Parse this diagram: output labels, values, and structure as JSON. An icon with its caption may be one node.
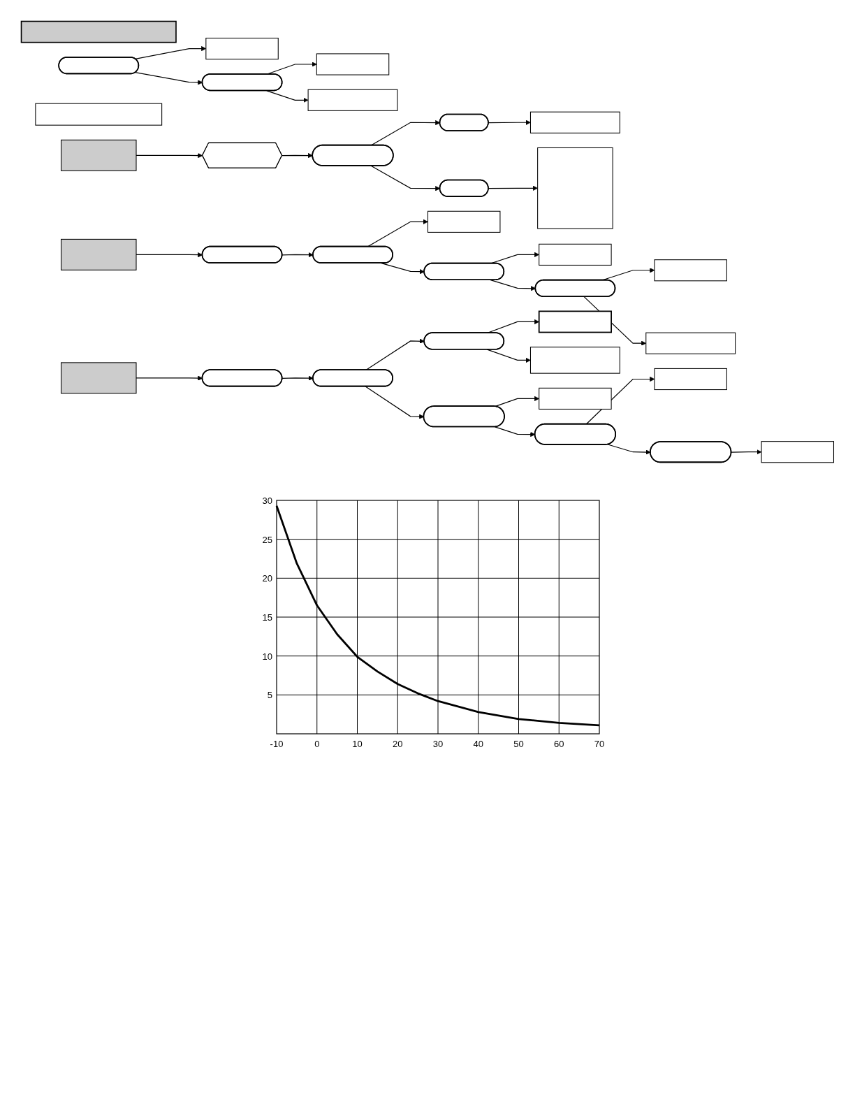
{
  "diagram": {
    "nodes": [
      {
        "text": [],
        "shape": "bar"
      },
      {
        "text": [],
        "shape": "stadium"
      },
      {
        "text": [],
        "shape": "box"
      },
      {
        "text": [],
        "shape": "stadium"
      },
      {
        "text": [],
        "shape": "box"
      },
      {
        "text": [],
        "shape": "box"
      },
      {
        "text": [],
        "shape": "box"
      },
      {
        "text": [],
        "shape": "box"
      },
      {
        "text": [],
        "shape": "hexagon"
      },
      {
        "text": [],
        "shape": "stadium"
      },
      {
        "text": [],
        "shape": "stadium"
      },
      {
        "text": [],
        "shape": "box"
      },
      {
        "text": [],
        "shape": "stadium"
      },
      {
        "text": [],
        "shape": "box"
      },
      {
        "text": [],
        "shape": "box"
      },
      {
        "text": [],
        "shape": "stadium"
      },
      {
        "text": [],
        "shape": "stadium"
      },
      {
        "text": [],
        "shape": "box"
      },
      {
        "text": [],
        "shape": "stadium"
      },
      {
        "text": [],
        "shape": "box"
      },
      {
        "text": [],
        "shape": "stadium"
      },
      {
        "text": [],
        "shape": "box"
      },
      {
        "text": [],
        "shape": "box"
      },
      {
        "text": [],
        "shape": "box"
      },
      {
        "text": [],
        "shape": "stadium"
      },
      {
        "text": [],
        "shape": "stadium"
      },
      {
        "text": [],
        "shape": "stadium"
      },
      {
        "text": [],
        "shape": "box"
      },
      {
        "text": [],
        "shape": "box"
      },
      {
        "text": [],
        "shape": "stadium"
      },
      {
        "text": [],
        "shape": "box"
      },
      {
        "text": [],
        "shape": "stadium"
      },
      {
        "text": [],
        "shape": "box"
      },
      {
        "text": [],
        "shape": "stadium"
      },
      {
        "text": [],
        "shape": "box"
      }
    ],
    "edges": [
      {
        "from": 1,
        "to": 2,
        "arrow": "to"
      },
      {
        "from": 1,
        "to": 3,
        "arrow": "to"
      },
      {
        "from": 3,
        "to": 4,
        "arrow": "to"
      },
      {
        "from": 3,
        "to": 5,
        "arrow": "to"
      },
      {
        "from": 7,
        "to": 8,
        "arrow": "to"
      },
      {
        "from": 8,
        "to": 9,
        "arrow": "to"
      },
      {
        "from": 9,
        "to": 10,
        "arrow": "to"
      },
      {
        "from": 9,
        "to": 12,
        "arrow": "to"
      },
      {
        "from": 10,
        "to": 11,
        "arrow": "to"
      },
      {
        "from": 12,
        "to": 13,
        "arrow": "to"
      },
      {
        "from": 14,
        "to": 15,
        "arrow": "to"
      },
      {
        "from": 15,
        "to": 16,
        "arrow": "to"
      },
      {
        "from": 16,
        "to": 17,
        "arrow": "to"
      },
      {
        "from": 16,
        "to": 18,
        "arrow": "to"
      },
      {
        "from": 18,
        "to": 19,
        "arrow": "to"
      },
      {
        "from": 18,
        "to": 20,
        "arrow": "to"
      },
      {
        "from": 20,
        "to": 21,
        "arrow": "to"
      },
      {
        "from": 20,
        "to": 22,
        "arrow": "to"
      },
      {
        "from": 23,
        "to": 24,
        "arrow": "to"
      },
      {
        "from": 24,
        "to": 25,
        "arrow": "to"
      },
      {
        "from": 25,
        "to": 26,
        "arrow": "to"
      },
      {
        "from": 26,
        "to": 27,
        "arrow": "to"
      },
      {
        "from": 26,
        "to": 28,
        "arrow": "to"
      },
      {
        "from": 25,
        "to": 29,
        "arrow": "to"
      },
      {
        "from": 29,
        "to": 30,
        "arrow": "to"
      },
      {
        "from": 29,
        "to": 31,
        "arrow": "to"
      },
      {
        "from": 31,
        "to": 32,
        "arrow": "to"
      },
      {
        "from": 31,
        "to": 33,
        "arrow": "to"
      },
      {
        "from": 33,
        "to": 34,
        "arrow": "to"
      }
    ],
    "chart_data": {
      "type": "line",
      "x": [
        -10,
        -5,
        0,
        5,
        10,
        15,
        20,
        25,
        30,
        40,
        50,
        60,
        70
      ],
      "series": [
        {
          "color": "#000000",
          "values": [
            29.3,
            21.9,
            16.5,
            12.8,
            9.9,
            8.0,
            6.4,
            5.2,
            4.2,
            2.8,
            1.9,
            1.4,
            1.1
          ]
        }
      ],
      "xlim": [
        -10,
        70
      ],
      "ylim": [
        0,
        30
      ],
      "xticks": [
        -10,
        0,
        10,
        20,
        30,
        40,
        50,
        60,
        70
      ],
      "yticks": [
        5,
        10,
        15,
        20,
        25,
        30
      ],
      "grid": true
    }
  }
}
